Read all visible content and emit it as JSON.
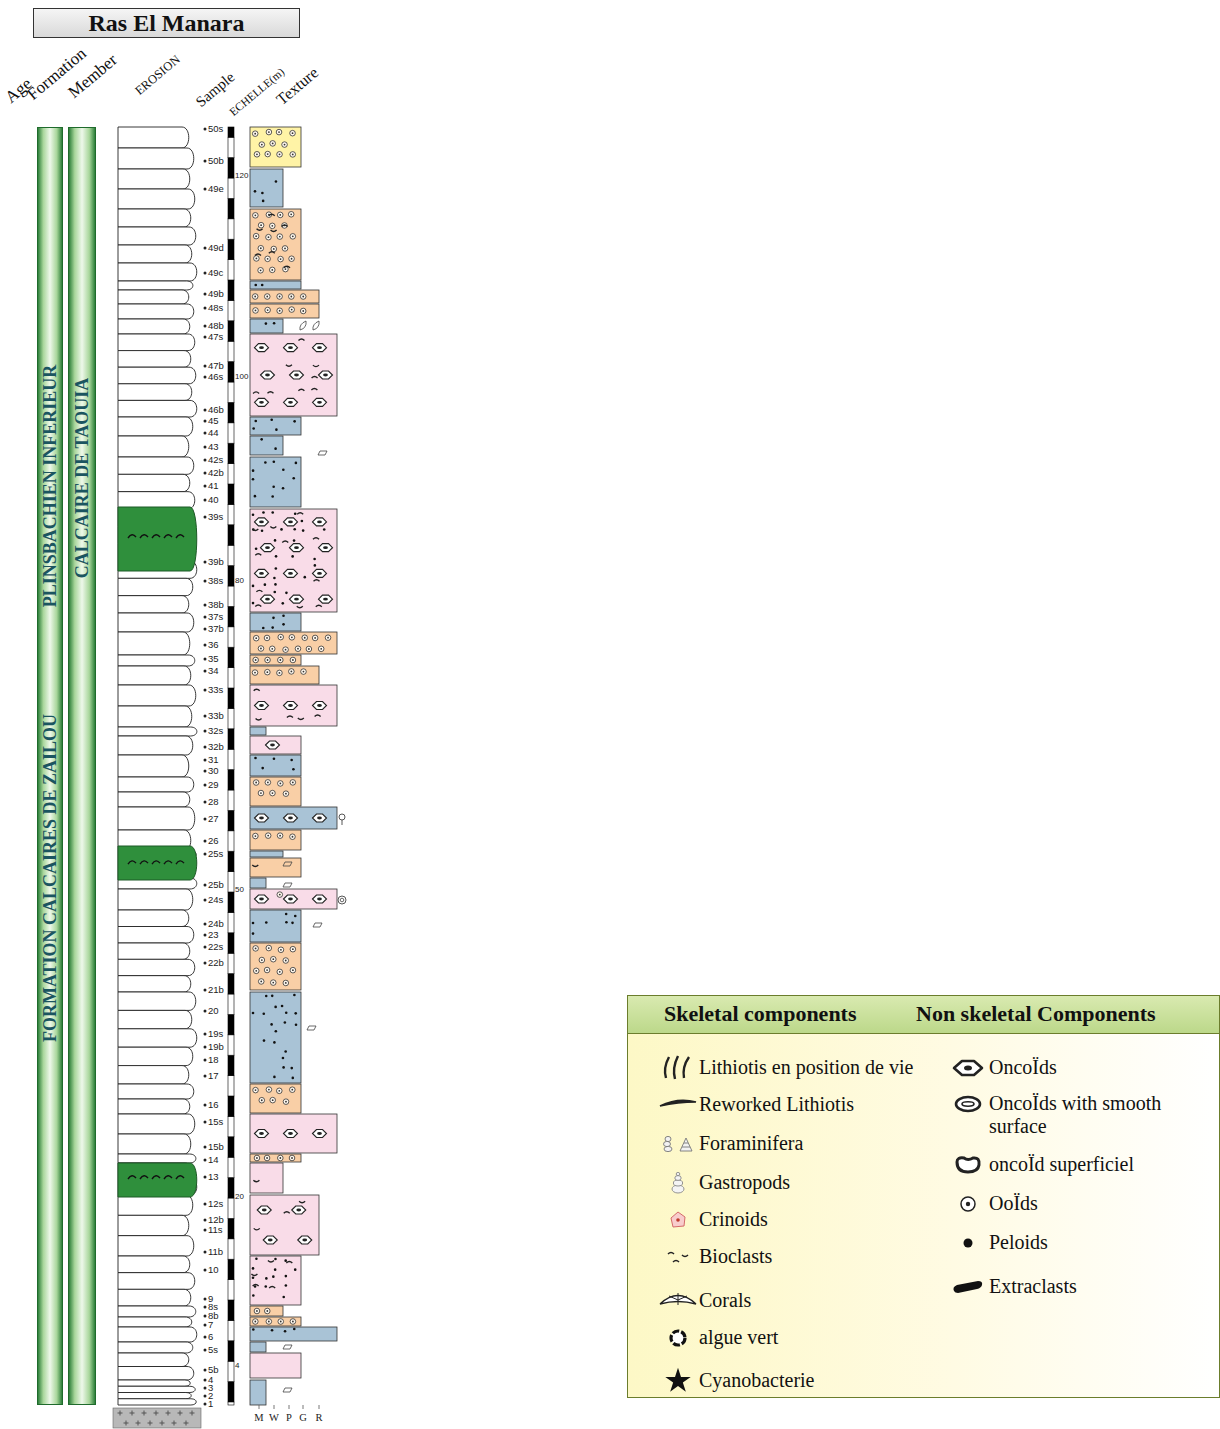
{
  "diagram": {
    "title": "Ras El Manara",
    "nodes": [
      {
        "text": [
          "PLINSBACHIEN INFERIEUR",
          "FORMATION CALCAIRES DE ZAILOU"
        ]
      },
      {
        "text": [
          "CALCAIRE DE TAOUIA"
        ]
      },
      {
        "text": [
          "Skeletal components",
          "Non skeletal Components"
        ]
      }
    ],
    "labels": [
      "Age",
      "Formation",
      "Member",
      "EROSION",
      "Sample",
      "ECHELLE(m)",
      "Texture",
      "120",
      "100",
      "80",
      "50",
      "20",
      "4",
      "M",
      "W",
      "P",
      "G",
      "R",
      "50s",
      "50b",
      "49e",
      "49d",
      "49c",
      "49b",
      "48s",
      "48b",
      "47s",
      "47b",
      "46s",
      "46b",
      "45",
      "44",
      "43",
      "42s",
      "42b",
      "41",
      "40",
      "39s",
      "39b",
      "38s",
      "38b",
      "37s",
      "37b",
      "36",
      "35",
      "34",
      "33s",
      "33b",
      "32s",
      "32b",
      "31",
      "30",
      "29",
      "28",
      "27",
      "26",
      "25s",
      "25b",
      "24s",
      "24b",
      "23",
      "22s",
      "22b",
      "21b",
      "20",
      "19s",
      "19b",
      "18",
      "17",
      "16",
      "15s",
      "15b",
      "14",
      "13",
      "12s",
      "12b",
      "11s",
      "11b",
      "10",
      "9",
      "8s",
      "8b",
      "7",
      "6",
      "5s",
      "5b",
      "4",
      "3",
      "2",
      "1"
    ],
    "legend": [
      {
        "text": "Lithiotis en position de vie"
      },
      {
        "text": "Reworked Lithiotis"
      },
      {
        "text": "Foraminifera"
      },
      {
        "text": "Gastropods"
      },
      {
        "text": "Crinoids"
      },
      {
        "text": "Bioclasts"
      },
      {
        "text": "Corals"
      },
      {
        "text": "algue vert"
      },
      {
        "text": "Cyanobacterie"
      },
      {
        "text": "OncoÏds"
      },
      {
        "text": "OncoÏds with smooth surface"
      },
      {
        "text": "oncoÏd superficiel"
      },
      {
        "text": "OoÏds"
      },
      {
        "text": "Peloids"
      },
      {
        "text": "Extraclasts"
      }
    ]
  }
}
